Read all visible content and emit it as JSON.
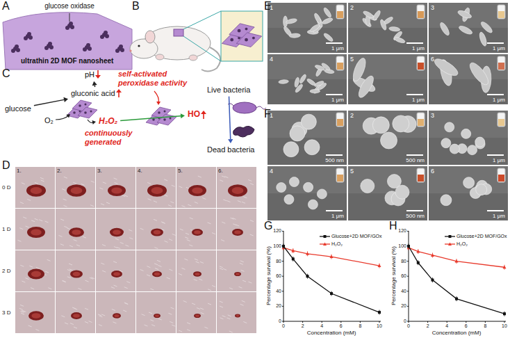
{
  "diagram": {
    "nodes": [
      {
        "text": [
          "glucose"
        ]
      },
      {
        "text": [
          "gluconic acid"
        ]
      },
      {
        "text": [
          "pH"
        ]
      },
      {
        "text": [
          "H₂O₂"
        ]
      },
      {
        "text": [
          "HO"
        ]
      },
      {
        "text": [
          "Live bacteria"
        ]
      },
      {
        "text": [
          "Dead bacteria"
        ]
      }
    ],
    "edges": [
      {
        "from": 0,
        "to": 1,
        "arrow": "to"
      },
      {
        "from": 1,
        "to": 2,
        "arrow": "to"
      },
      {
        "from": 3,
        "to": 4,
        "arrow": "to"
      },
      {
        "from": 5,
        "to": 6,
        "arrow": "to"
      }
    ],
    "labels": [
      "A",
      "B",
      "C",
      "D",
      "E",
      "F",
      "G",
      "H",
      "glucose oxidase",
      "ultrathin 2D MOF nanosheet",
      "O₂",
      "self-activated peroxidase activity",
      "continuously generated",
      "1.",
      "2.",
      "3.",
      "4.",
      "5.",
      "6.",
      "0 D",
      "1 D",
      "2 D",
      "3 D",
      "1",
      "2",
      "3",
      "4",
      "5",
      "6",
      "1 μm",
      "1 μm",
      "1 μm",
      "1 μm",
      "1 μm",
      "1 μm",
      "1",
      "2",
      "3",
      "4",
      "5",
      "6",
      "500 nm",
      "500 nm",
      "1 μm",
      "1 μm",
      "500 nm",
      "1 μm",
      "0",
      "20",
      "40",
      "60",
      "80",
      "100",
      "120",
      "0",
      "2",
      "4",
      "6",
      "8",
      "10",
      "Percentage survival (%)",
      "Concentration (mM)",
      "0",
      "20",
      "40",
      "60",
      "80",
      "100",
      "120",
      "0",
      "2",
      "4",
      "6",
      "8",
      "10",
      "Percentage survival (%)",
      "Concentration (mM)"
    ],
    "legend": [
      {
        "text": "Glucose+2D MOF/GOx"
      },
      {
        "text": "H₂O₂"
      },
      {
        "text": "Glucose+2D MOF/GOx"
      },
      {
        "text": "H₂O₂"
      }
    ]
  }
}
